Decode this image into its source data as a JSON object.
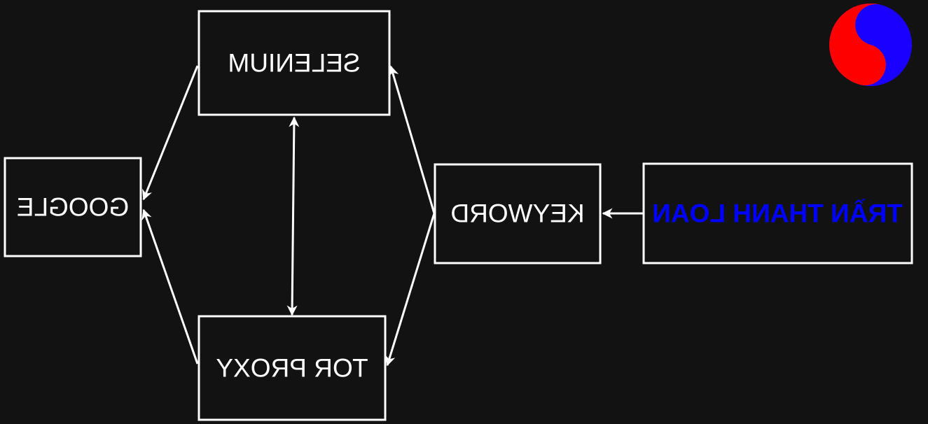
{
  "colors": {
    "background": "#121212",
    "stroke": "#ffffff",
    "text": "#ffffff",
    "accent_text": "#0000ff",
    "logo_red": "#ff0000",
    "logo_blue": "#1a00ff"
  },
  "nodes": {
    "selenium": {
      "label": "SELENIUM"
    },
    "google": {
      "label": "GOOGLE"
    },
    "tor_proxy": {
      "label": "TOR PROXY"
    },
    "keyword": {
      "label": "KEYWORD"
    },
    "author": {
      "label": "TRẦN THANH LOAN"
    }
  },
  "logo": {
    "icon": "yin-yang-icon"
  }
}
